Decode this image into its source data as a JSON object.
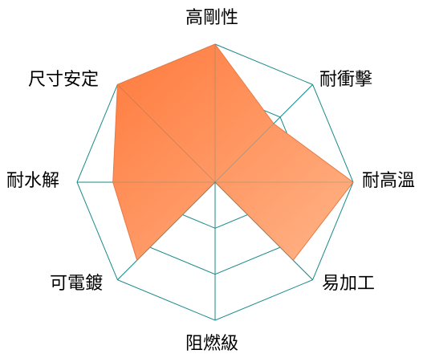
{
  "chart_data": {
    "type": "radar",
    "axes": [
      "高剛性",
      "耐衝擊",
      "耐高溫",
      "易加工",
      "阻燃級",
      "可電鍍",
      "耐水解",
      "尺寸安定"
    ],
    "series": [
      {
        "values": [
          5,
          3,
          5,
          4,
          0,
          4,
          3.7,
          5
        ]
      }
    ],
    "rmax": 5,
    "rings": 3,
    "grid_color": "#1a8a8a",
    "fill_gradient": [
      "#ff7a3d",
      "#ffb488"
    ],
    "fill_stroke": "#e87a45",
    "legend": "none"
  }
}
